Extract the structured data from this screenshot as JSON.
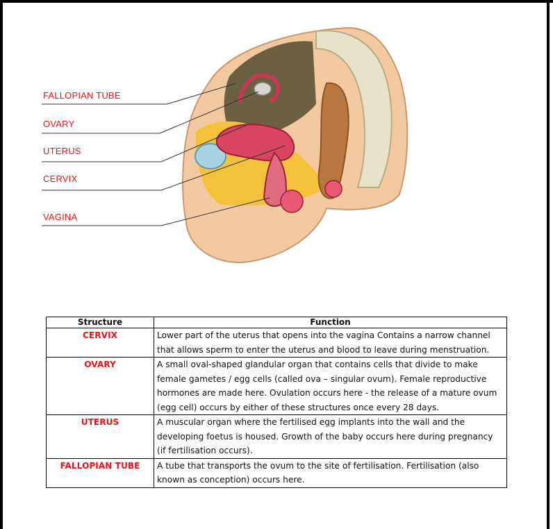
{
  "labels": [
    {
      "key": "fallopian_tube",
      "text": "FALLOPIAN TUBE"
    },
    {
      "key": "ovary",
      "text": "OVARY"
    },
    {
      "key": "uterus",
      "text": "UTERUS"
    },
    {
      "key": "cervix",
      "text": "CERVIX"
    },
    {
      "key": "vagina",
      "text": "VAGINA"
    }
  ],
  "table": {
    "headers": [
      "Structure",
      "Function"
    ],
    "rows": [
      {
        "structure": "CERVIX",
        "function": "Lower part of the uterus that opens into the vagina Contains a narrow channel that allows sperm to enter the uterus and blood to leave during menstruation."
      },
      {
        "structure": "OVARY",
        "function": "A small oval-shaped glandular organ that contains cells that divide to make female gametes / egg cells (called ova – singular ovum). Female reproductive hormones are made here. Ovulation occurs here - the release of a mature ovum (egg cell) occurs by either of these structures once every 28 days."
      },
      {
        "structure": "UTERUS",
        "function": "A muscular organ where the fertilised egg implants into the wall and the developing foetus is housed. Growth of the baby occurs here during pregnancy (if fertilisation occurs)."
      },
      {
        "structure": "FALLOPIAN TUBE",
        "function": "A tube that transports the ovum to the site of fertilisation. Fertilisation (also known as conception) occurs here."
      }
    ]
  },
  "colors": {
    "label": "#e8141b",
    "skin": "#f2c9a0",
    "fat": "#f3c23a",
    "tissue": "#d9455f",
    "bowel": "#b9773f"
  }
}
